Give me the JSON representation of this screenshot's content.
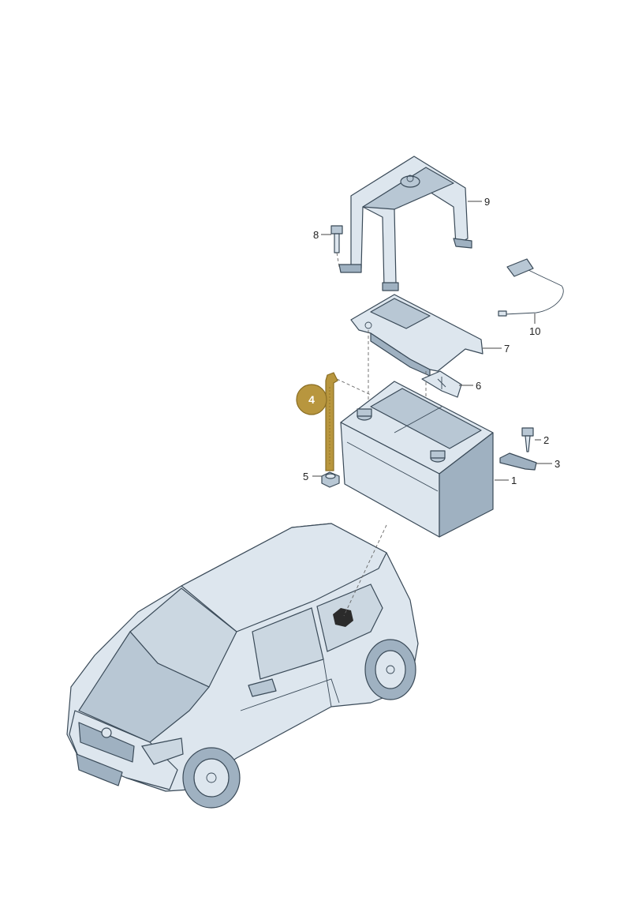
{
  "callouts": [
    {
      "id": "1",
      "text": "1"
    },
    {
      "id": "2",
      "text": "2"
    },
    {
      "id": "3",
      "text": "3"
    },
    {
      "id": "4",
      "text": "4",
      "highlighted": true
    },
    {
      "id": "5",
      "text": "5"
    },
    {
      "id": "6",
      "text": "6"
    },
    {
      "id": "7",
      "text": "7"
    },
    {
      "id": "8",
      "text": "8"
    },
    {
      "id": "9",
      "text": "9"
    },
    {
      "id": "10",
      "text": "10"
    }
  ],
  "colors": {
    "highlight_fill": "#b8963e",
    "highlight_stroke": "#8a6e24",
    "line": "#3a4a58",
    "part_fill": "#dde6ee",
    "background": "#ffffff"
  },
  "icons": {
    "battery": "battery-icon",
    "car": "hatchback-car-icon"
  }
}
